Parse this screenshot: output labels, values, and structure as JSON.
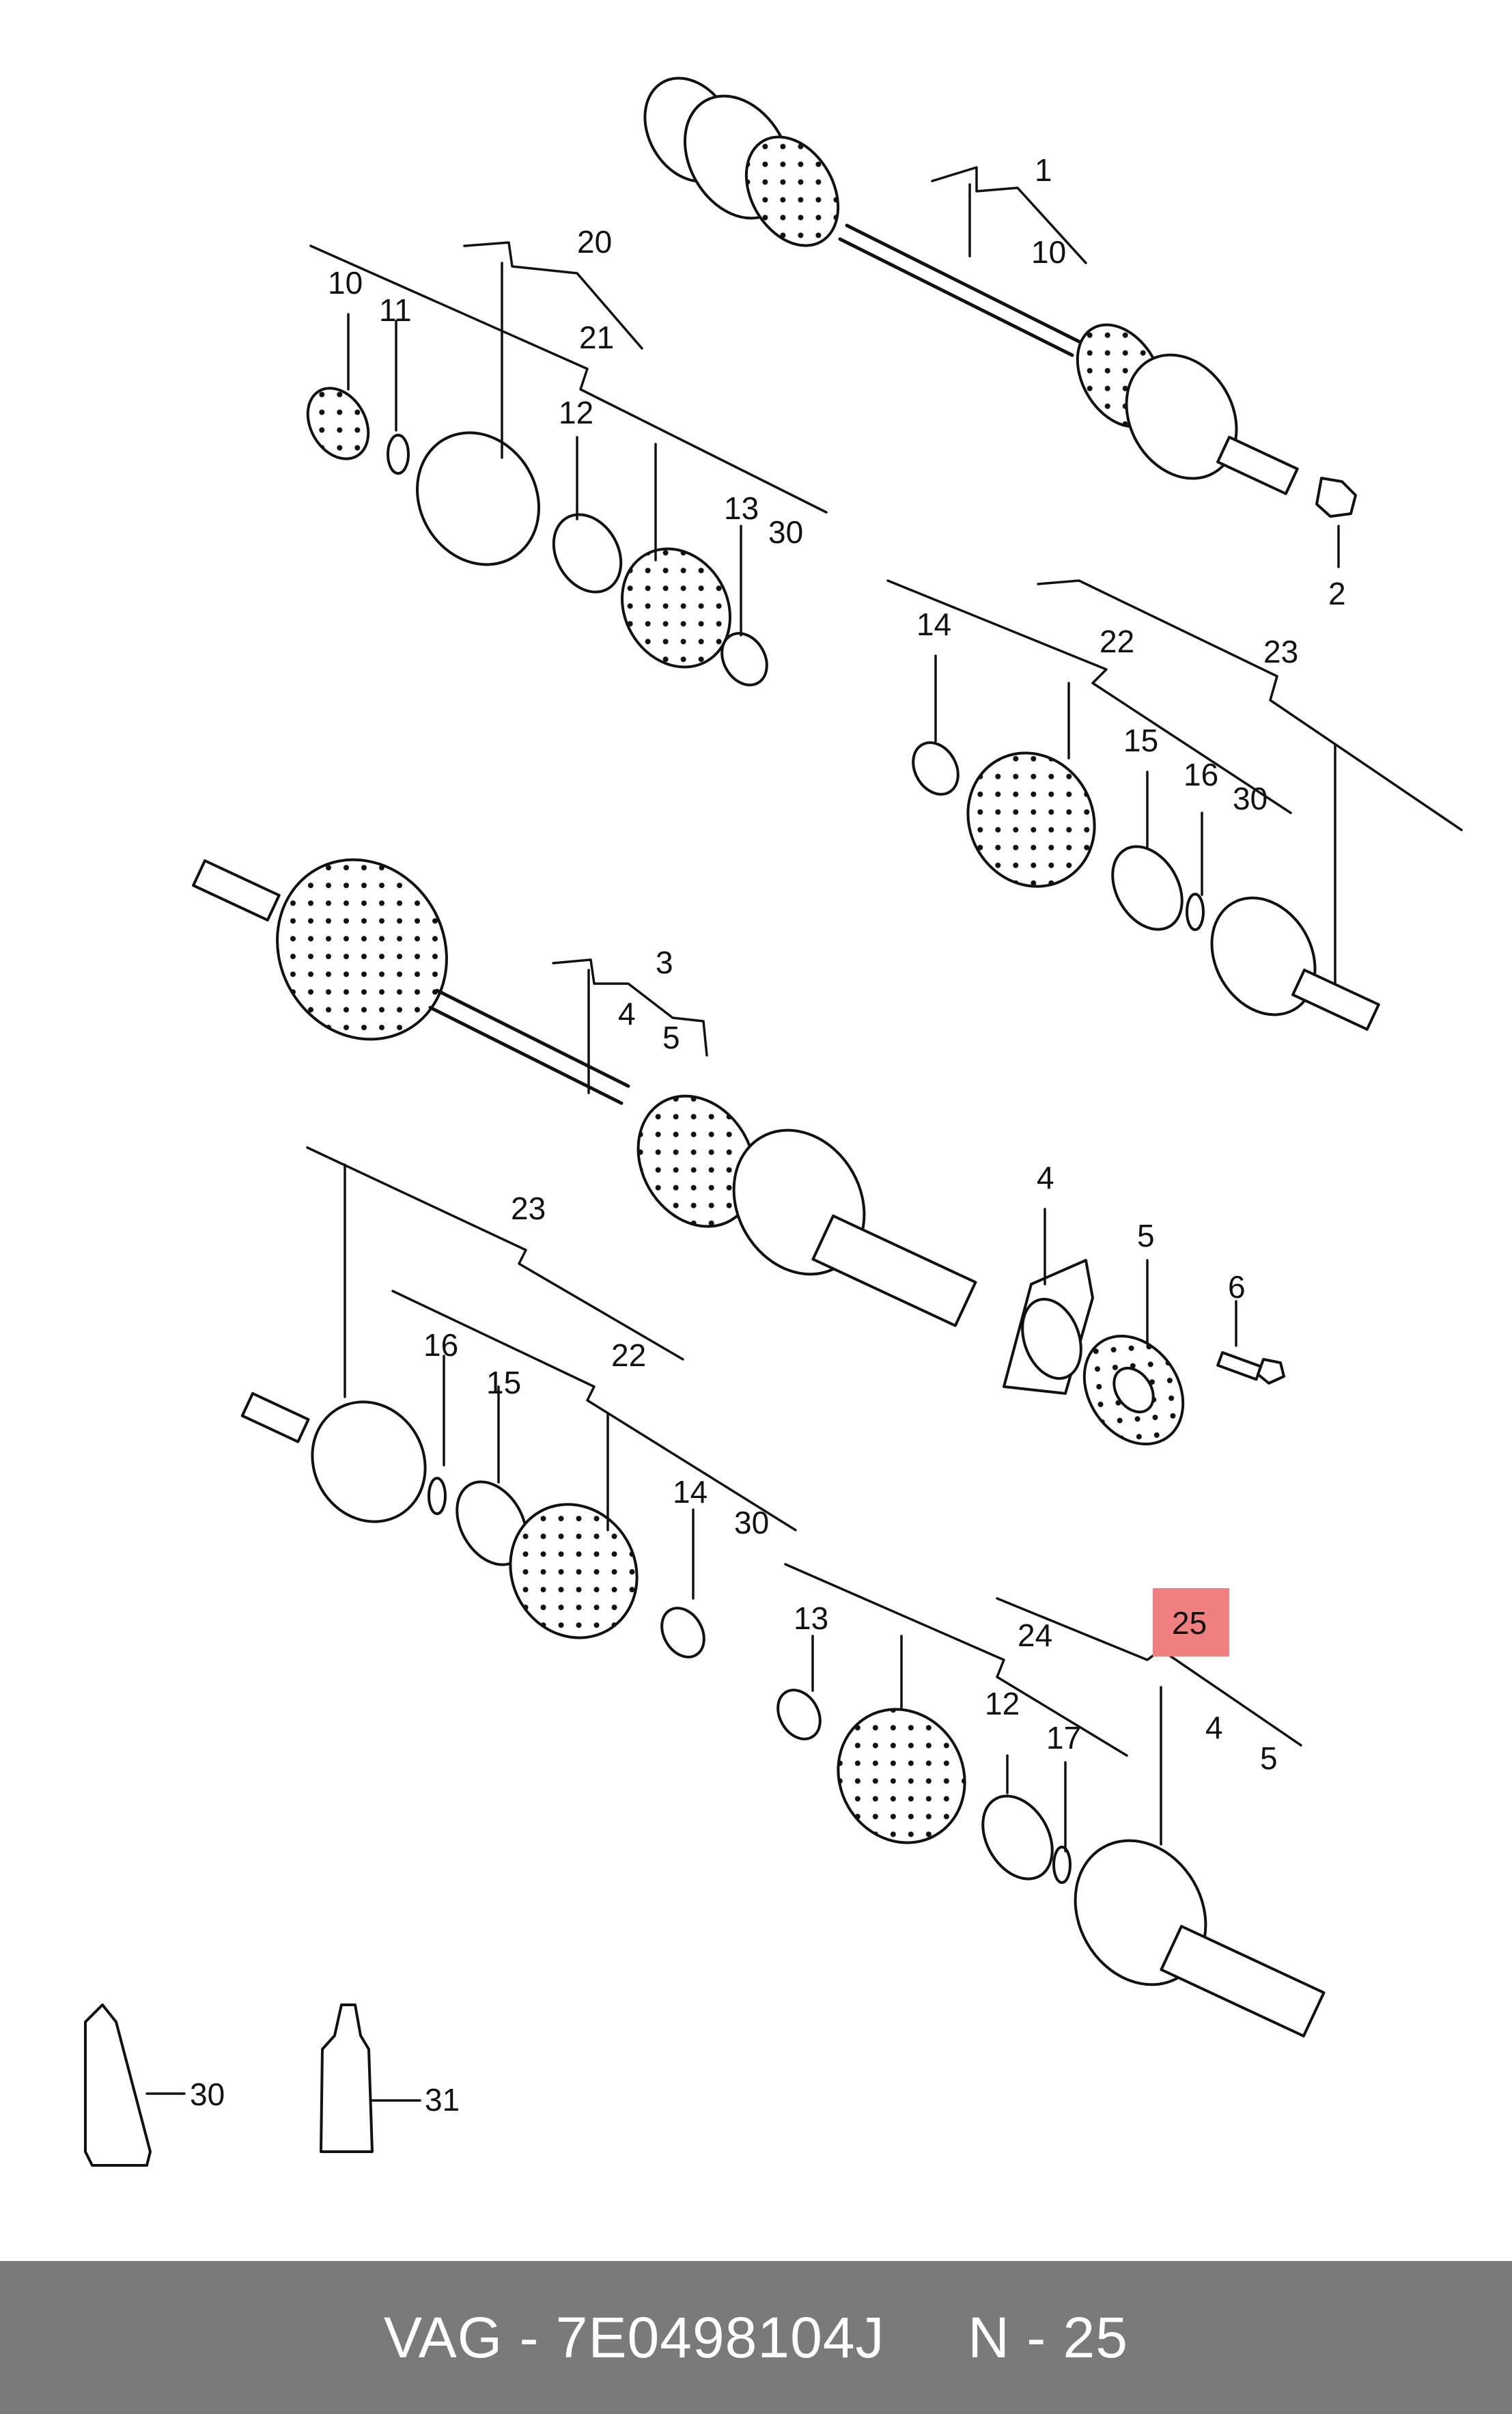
{
  "footer": {
    "brand": "VAG",
    "part_number": "7E0498104J",
    "position": "N - 25",
    "text": "VAG - 7E0498104J     N - 25"
  },
  "highlight": {
    "label": "25",
    "color": "#f08080"
  },
  "callouts": {
    "c1": "1",
    "c10a": "10",
    "c2": "2",
    "c20": "20",
    "c21": "21",
    "c10b": "10",
    "c11a": "11",
    "c12a": "12",
    "c13a": "13",
    "c30a": "30",
    "c14a": "14",
    "c22a": "22",
    "c23a": "23",
    "c15a": "15",
    "c16a": "16",
    "c30b": "30",
    "c3": "3",
    "c4a": "4",
    "c5a": "5",
    "c4b": "4",
    "c5b": "5",
    "c6": "6",
    "c23b": "23",
    "c16b": "16",
    "c15b": "15",
    "c22b": "22",
    "c14b": "14",
    "c30c": "30",
    "c13b": "13",
    "c24": "24",
    "c12b": "12",
    "c17": "17",
    "c4c": "4",
    "c5c": "5",
    "c30d": "30",
    "c31": "31"
  },
  "icons": {
    "tube": "grease-tube-icon",
    "bottle": "sealant-bottle-icon"
  }
}
